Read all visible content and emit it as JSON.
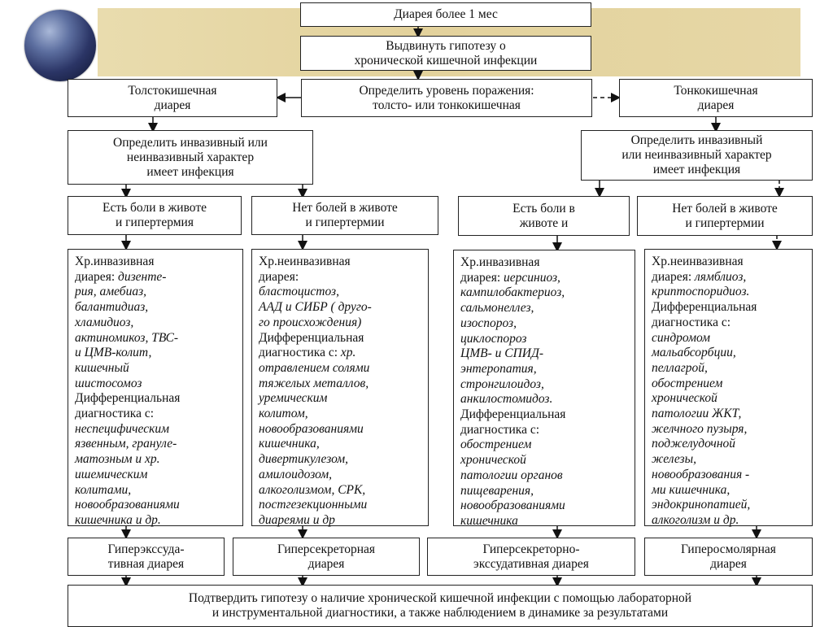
{
  "top": {
    "box1": "Диарея более 1 мес",
    "box2_line1": "Выдвинуть гипотезу о",
    "box2_line2": "хронической кишечной инфекции"
  },
  "row1": {
    "left_line1": "Толстокишечная",
    "left_line2": "диарея",
    "center_line1": "Определить уровень поражения:",
    "center_line2": "толсто- или тонкокишечная",
    "right_line1": "Тонкокишечная",
    "right_line2": "диарея"
  },
  "row2": {
    "left_line1": "Определить инвазивный или",
    "left_line2": "неинвазивный характер",
    "left_line3": "имеет инфекция",
    "right_line1": "Определить инвазивный",
    "right_line2": "или неинвазивный характер",
    "right_line3": "имеет инфекция"
  },
  "row3": {
    "a_line1": "Есть боли в животе",
    "a_line2": "и гипертермия",
    "b_line1": "Нет болей в животе",
    "b_line2": "и гипертермии",
    "c_line1": "Есть боли в",
    "c_line2": "животе и",
    "d_line1": "Нет болей в животе",
    "d_line2": "и гипертермии"
  },
  "row4": {
    "a": {
      "head": "Хр.инвазивная",
      "head2": "диарея: ",
      "lines": [
        "дизенте-",
        "рия, амебиаз,",
        "балантидиаз,",
        "хламидиоз,",
        "актиномикоз, ТВС-",
        "и ЦМВ-колит,",
        "кишечный",
        "шистосомоз"
      ],
      "diff1": "Дифференциальная",
      "diff2": "диагностика с:",
      "tail": [
        "неспецифическим",
        "язвенным, грануле-",
        "матозным и хр.",
        "ишемическим",
        "колитами,",
        "новообразованиями",
        "кишечника и др."
      ]
    },
    "b": {
      "head": "Хр.неинвазивная",
      "head2": "диарея:",
      "lines": [
        "бластоцистоз,",
        "ААД и СИБР ( друго-",
        "го происхождения)"
      ],
      "diff1": "Дифференциальная",
      "diff2": "диагностика с: ",
      "diff2_it": "хр.",
      "tail": [
        "отравлением солями",
        "тяжелых металлов,",
        "уремическим",
        "колитом,",
        "новообразованиями",
        "кишечника,",
        "дивертикулезом,",
        "амилоидозом,",
        "алкоголизмом, СРК,",
        "постгезекционными",
        "диареями и др"
      ]
    },
    "c": {
      "head": "Хр.инвазивная",
      "head2": "диарея: ",
      "head2_it": "иерсиниоз,",
      "lines": [
        "кампилобактериоз,",
        "сальмонеллез,",
        "изоспороз,",
        "циклоспороз",
        " ЦМВ- и СПИД-",
        "энтеропатия,",
        "стронгилоидоз,",
        "анкилостомидоз."
      ],
      "diff1": "Дифференциальная",
      "diff2": "диагностика с:",
      "tail": [
        "обострением",
        "хронической",
        "патологии органов",
        "пищеварения,",
        "новообразованиями",
        "кишечника"
      ]
    },
    "d": {
      "head": "Хр.неинвазивная",
      "head2": "диарея: ",
      "head2_it": "лямблиоз,",
      "lines": [
        "криптоспоридиоз."
      ],
      "diff1": "Дифференциальная",
      "diff2": "диагностика с:",
      "tail": [
        "синдромом",
        "мальабсорбции,",
        "пеллагрой,",
        "обострением",
        "хронической",
        "патологии ЖКТ,",
        "желчного пузыря,",
        "поджелудочной",
        "железы,",
        "новообразования -",
        "ми кишечника,",
        "эндокринопатией,",
        "алкоголизм и др."
      ]
    }
  },
  "row5": {
    "a_line1": "Гиперэкссуда-",
    "a_line2": "тивная диарея",
    "b_line1": "Гиперсекреторная",
    "b_line2": "диарея",
    "c_line1": "Гиперсекреторно-",
    "c_line2": "экссудативная диарея",
    "d_line1": "Гиперосмолярная",
    "d_line2": "диарея"
  },
  "bottom": {
    "line1": "Подтвердить гипотезу о наличие хронической кишечной инфекции с помощью лабораторной",
    "line2": "и инструментальной диагностики, а также наблюдением в динамике за результатами"
  }
}
